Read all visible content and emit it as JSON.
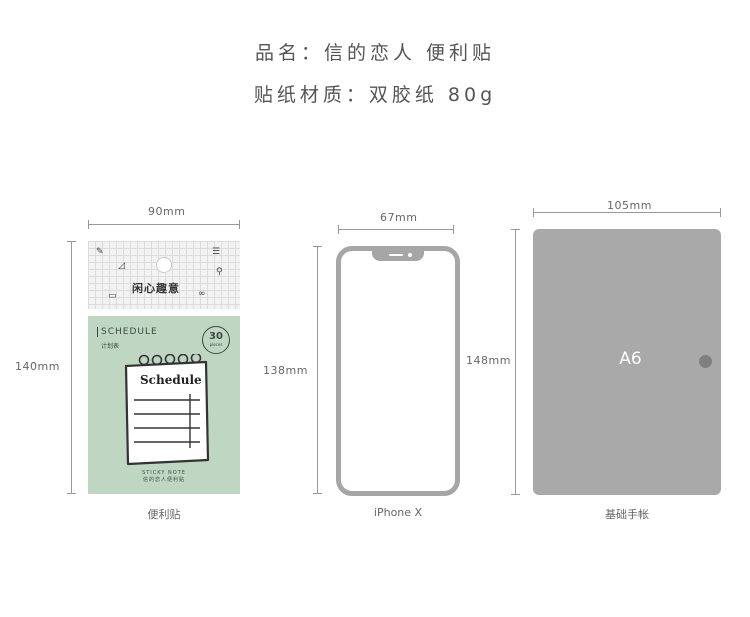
{
  "header": {
    "line1": "品名：信的恋人 便利贴",
    "line2": "贴纸材质：双胶纸 80g"
  },
  "items": [
    {
      "name": "便利贴",
      "width": "90mm",
      "height": "140mm",
      "pack_top_text": "闲心趣意",
      "schedule_title": "SCHEDULE",
      "schedule_sub": "计划表",
      "badge_number": "30",
      "badge_unit": "pieces",
      "note_word": "Schedule",
      "footer_line1": "STICKY NOTE",
      "footer_line2": "信的恋人便利贴"
    },
    {
      "name": "iPhone X",
      "width": "67mm",
      "height": "138mm"
    },
    {
      "name": "基础手帐",
      "width": "105mm",
      "height": "148mm",
      "label": "A6"
    }
  ],
  "colors": {
    "sticky_green": "#bfd6c3",
    "device_gray": "#a6a6a6",
    "notebook_gray": "#a9a9a9"
  }
}
